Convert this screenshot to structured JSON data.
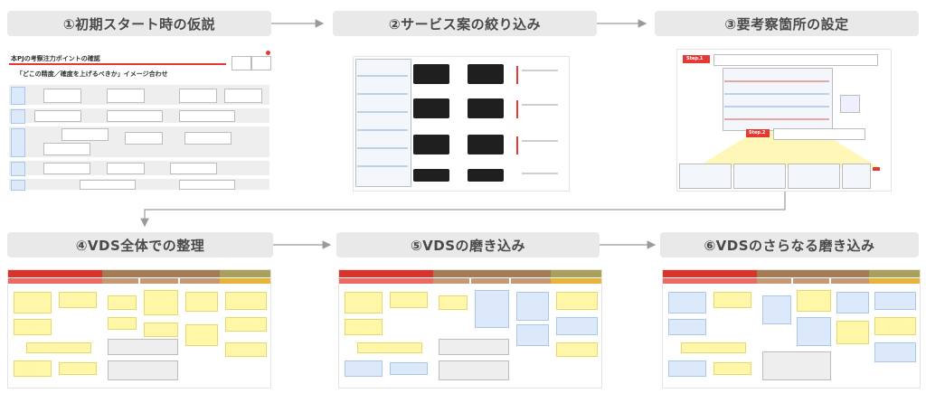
{
  "steps": [
    {
      "label": "①初期スタート時の仮説"
    },
    {
      "label": "②サービス案の絞り込み"
    },
    {
      "label": "③要考察箇所の設定"
    },
    {
      "label": "④VDS全体での整理"
    },
    {
      "label": "⑤VDSの磨き込み"
    },
    {
      "label": "⑥VDSのさらなる磨き込み"
    }
  ],
  "thumb1": {
    "title": "本PJの考察注力ポイントの確認",
    "subtitle": "「どこの精度／確度を上げるべきか」イメージ合わせ"
  },
  "thumb3": {
    "step1": "Step.1",
    "step2": "Step.2"
  },
  "colors": {
    "label_bg": "#e9e9e9",
    "label_text": "#4a4a4a",
    "accent_red": "#e53935",
    "arrow": "#9a9a9a",
    "vds_red": "#d9332b",
    "vds_brown": "#a37b55",
    "vds_olive": "#a9a05a",
    "vds_gold": "#e7b33d"
  }
}
